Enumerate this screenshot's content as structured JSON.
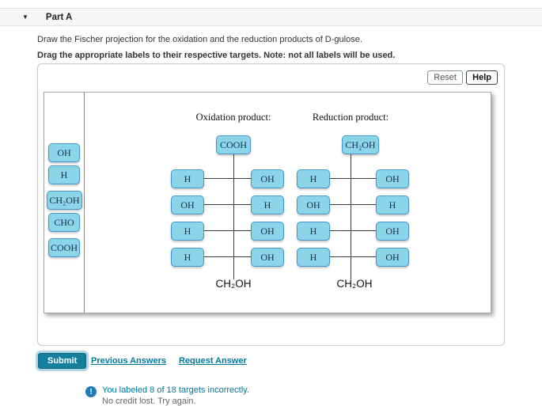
{
  "part_header": {
    "collapse_glyph": "▼",
    "title": "Part A"
  },
  "instructions": {
    "line1": "Draw the Fischer projection for the oxidation and the reduction products of D-gulose.",
    "line2": "Drag the appropriate labels to their respective targets. Note: not all labels will be used."
  },
  "activity": {
    "reset_label": "Reset",
    "help_label": "Help",
    "label_bank": [
      "OH",
      "H",
      "CH₂OH",
      "CHO",
      "COOH"
    ],
    "oxidation": {
      "title": "Oxidation product:",
      "top": "COOH",
      "rows": [
        {
          "left": "H",
          "right": "OH"
        },
        {
          "left": "OH",
          "right": "H"
        },
        {
          "left": "H",
          "right": "OH"
        },
        {
          "left": "H",
          "right": "OH"
        }
      ],
      "bottom": "CH₂OH"
    },
    "reduction": {
      "title": "Reduction product:",
      "top": "CH₂OH",
      "rows": [
        {
          "left": "H",
          "right": "OH"
        },
        {
          "left": "OH",
          "right": "H"
        },
        {
          "left": "H",
          "right": "OH"
        },
        {
          "left": "H",
          "right": "OH"
        }
      ],
      "bottom": "CH₂OH"
    }
  },
  "feedback": {
    "icon_glyph": "!",
    "line1": "You labeled 8 of 18 targets incorrectly.",
    "line2": "No credit lost. Try again."
  },
  "footer": {
    "submit_label": "Submit",
    "links": [
      "Previous Answers",
      "Request Answer"
    ]
  },
  "colors": {
    "accent_teal": "#00789c",
    "submit_bg": "#15809e",
    "chip_fill": "#8bd5eb",
    "chip_border": "#4896c9",
    "alert_icon_blue": "#1f7ab8"
  }
}
